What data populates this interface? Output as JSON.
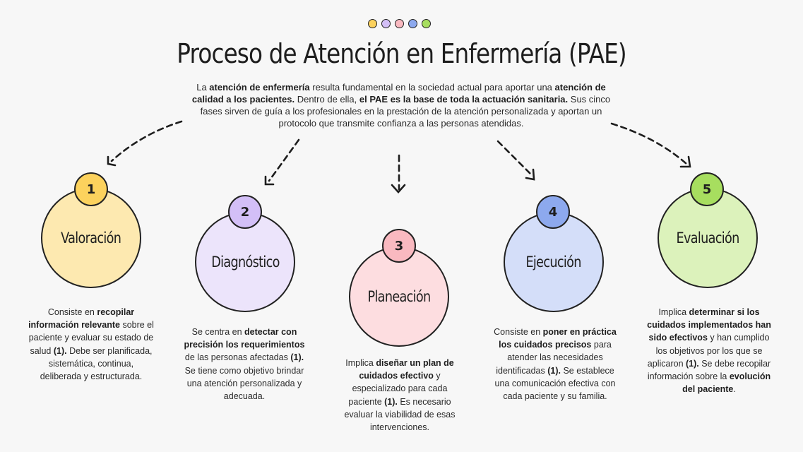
{
  "header": {
    "dots": [
      {
        "color": "#fcd25d"
      },
      {
        "color": "#d3bff7"
      },
      {
        "color": "#f9b9c0"
      },
      {
        "color": "#8da9ee"
      },
      {
        "color": "#a7de5f"
      }
    ],
    "title": "Proceso de Atención en Enfermería (PAE)"
  },
  "intro": {
    "parts": [
      {
        "t": "La ",
        "b": false
      },
      {
        "t": "atención de enfermería",
        "b": true
      },
      {
        "t": " resulta fundamental en la sociedad actual para aportar una ",
        "b": false
      },
      {
        "t": "atención de calidad a los pacientes.",
        "b": true
      },
      {
        "t": " Dentro de ella, ",
        "b": false
      },
      {
        "t": "el PAE es la base de toda la actuación sanitaria.",
        "b": true
      },
      {
        "t": " Sus cinco fases sirven de guía a los profesionales en la prestación de la atención personalizada y aportan un protocolo que transmite confianza a las personas atendidas.",
        "b": false
      }
    ]
  },
  "phases": [
    {
      "number": "1",
      "name": "Valoración",
      "badge_color": "#fcd25d",
      "fill_color": "#fde9b0",
      "description": [
        {
          "t": "Consiste en ",
          "b": false
        },
        {
          "t": "recopilar información relevante",
          "b": true
        },
        {
          "t": " sobre el paciente y evaluar su estado de salud ",
          "b": false
        },
        {
          "t": "(1).",
          "b": true
        },
        {
          "t": " Debe ser planificada, sistemática, continua, deliberada y estructurada.",
          "b": false
        }
      ]
    },
    {
      "number": "2",
      "name": "Diagnóstico",
      "badge_color": "#d3bff7",
      "fill_color": "#ece4fb",
      "description": [
        {
          "t": "Se centra en ",
          "b": false
        },
        {
          "t": "detectar con precisión los requerimientos",
          "b": true
        },
        {
          "t": " de las personas afectadas ",
          "b": false
        },
        {
          "t": "(1).",
          "b": true
        },
        {
          "t": " Se tiene como objetivo brindar una atención personalizada y adecuada.",
          "b": false
        }
      ]
    },
    {
      "number": "3",
      "name": "Planeación",
      "badge_color": "#f9b9c0",
      "fill_color": "#fddde0",
      "description": [
        {
          "t": "Implica ",
          "b": false
        },
        {
          "t": "diseñar un plan de cuidados efectivo",
          "b": true
        },
        {
          "t": " y especializado para cada paciente ",
          "b": false
        },
        {
          "t": "(1).",
          "b": true
        },
        {
          "t": " Es necesario evaluar la viabilidad de esas intervenciones.",
          "b": false
        }
      ]
    },
    {
      "number": "4",
      "name": "Ejecución",
      "badge_color": "#8da9ee",
      "fill_color": "#d4def9",
      "description": [
        {
          "t": "Consiste en ",
          "b": false
        },
        {
          "t": "poner en práctica los cuidados precisos",
          "b": true
        },
        {
          "t": " para atender las necesidades identificadas ",
          "b": false
        },
        {
          "t": "(1).",
          "b": true
        },
        {
          "t": " Se establece una comunicación efectiva con cada paciente y su familia.",
          "b": false
        }
      ]
    },
    {
      "number": "5",
      "name": "Evaluación",
      "badge_color": "#a7de5f",
      "fill_color": "#dcf2bb",
      "description": [
        {
          "t": "Implica ",
          "b": false
        },
        {
          "t": "determinar si los cuidados implementados han sido efectivos",
          "b": true
        },
        {
          "t": " y han cumplido los objetivos por los que se aplicaron ",
          "b": false
        },
        {
          "t": "(1).",
          "b": true
        },
        {
          "t": " Se debe recopilar información sobre la ",
          "b": false
        },
        {
          "t": "evolución del paciente",
          "b": true
        },
        {
          "t": ".",
          "b": false
        }
      ]
    }
  ]
}
